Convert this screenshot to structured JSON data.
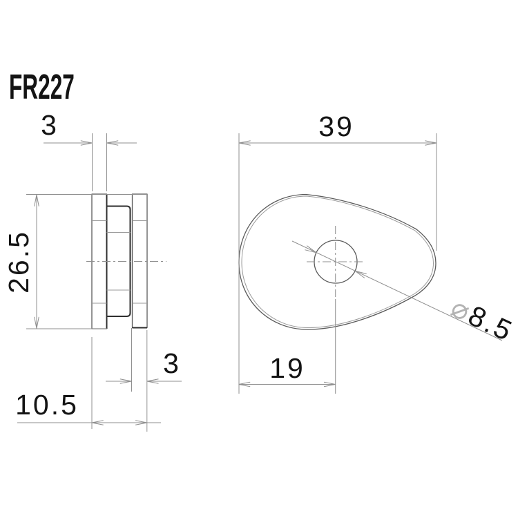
{
  "part_number": "FR227",
  "dims": {
    "side": {
      "flange_thickness": "3",
      "overall_height": "26.5",
      "plate_thickness": "3",
      "overall_depth": "10.5"
    },
    "front": {
      "overall_width": "39",
      "hole_center_offset": "19",
      "diameter_symbol": "⌀",
      "hole_diameter": "8.5"
    }
  },
  "colors": {
    "background": "#ffffff",
    "ink": "#141414",
    "edge": "#5a5a5a",
    "edge-bold": "#2e2e2e",
    "inner-line": "#9a9a9a",
    "dim-line": "#8f8f8f",
    "dia-symbol": "#b3b3b3"
  }
}
